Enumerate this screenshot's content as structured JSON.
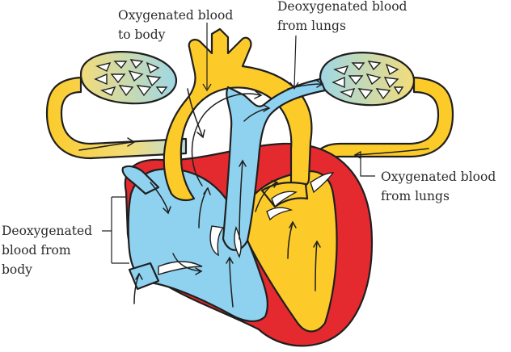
{
  "labels": {
    "oxy_to_body": [
      "Oxygenated blood",
      "to body"
    ],
    "deoxy_from_lungs": [
      "Deoxygenated blood",
      "from lungs"
    ],
    "oxy_from_lungs": [
      "Oxygenated blood",
      "from lungs"
    ],
    "deoxy_from_body": [
      "Deoxygenated",
      "blood from",
      "body"
    ]
  },
  "colors": {
    "oxygenated": "#fccb2a",
    "deoxygenated": "#8fd2f0",
    "muscle": "#e42a2f",
    "lung_gradient_start": "#f2dc7a",
    "lung_gradient_end": "#9fd7e6"
  }
}
